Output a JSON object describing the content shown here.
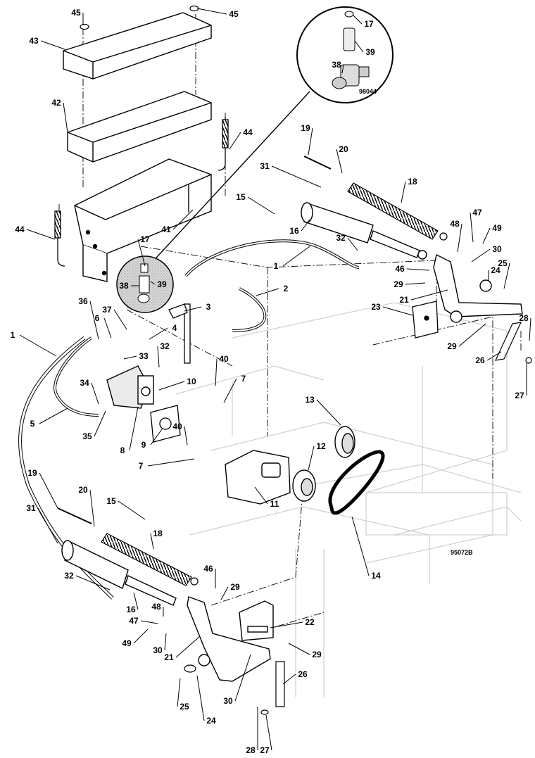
{
  "diagram": {
    "figure_id": "95072B",
    "inset_figure_id": "98044",
    "callouts": [
      {
        "id": "c45a",
        "label": "45"
      },
      {
        "id": "c45b",
        "label": "45"
      },
      {
        "id": "c43",
        "label": "43"
      },
      {
        "id": "c42",
        "label": "42"
      },
      {
        "id": "c44a",
        "label": "44"
      },
      {
        "id": "c44b",
        "label": "44"
      },
      {
        "id": "c41",
        "label": "41"
      },
      {
        "id": "c17a",
        "label": "17"
      },
      {
        "id": "c38a",
        "label": "38"
      },
      {
        "id": "c39a",
        "label": "39"
      },
      {
        "id": "c17b",
        "label": "17"
      },
      {
        "id": "c39b",
        "label": "39"
      },
      {
        "id": "c38b",
        "label": "38"
      },
      {
        "id": "c19a",
        "label": "19"
      },
      {
        "id": "c20a",
        "label": "20"
      },
      {
        "id": "c31a",
        "label": "31"
      },
      {
        "id": "c18a",
        "label": "18"
      },
      {
        "id": "c15a",
        "label": "15"
      },
      {
        "id": "c16a",
        "label": "16"
      },
      {
        "id": "c32a",
        "label": "32"
      },
      {
        "id": "c48a",
        "label": "48"
      },
      {
        "id": "c47a",
        "label": "47"
      },
      {
        "id": "c49a",
        "label": "49"
      },
      {
        "id": "c30a",
        "label": "30"
      },
      {
        "id": "c1a",
        "label": "1"
      },
      {
        "id": "c46a",
        "label": "46"
      },
      {
        "id": "c24a",
        "label": "24"
      },
      {
        "id": "c25a",
        "label": "25"
      },
      {
        "id": "c29a",
        "label": "29"
      },
      {
        "id": "c21a",
        "label": "21"
      },
      {
        "id": "c2",
        "label": "2"
      },
      {
        "id": "c3",
        "label": "3"
      },
      {
        "id": "c36",
        "label": "36"
      },
      {
        "id": "c37",
        "label": "37"
      },
      {
        "id": "c6",
        "label": "6"
      },
      {
        "id": "c4",
        "label": "4"
      },
      {
        "id": "c23",
        "label": "23"
      },
      {
        "id": "c28a",
        "label": "28"
      },
      {
        "id": "c29b",
        "label": "29"
      },
      {
        "id": "c26a",
        "label": "26"
      },
      {
        "id": "c27a",
        "label": "27"
      },
      {
        "id": "c1b",
        "label": "1"
      },
      {
        "id": "c33",
        "label": "33"
      },
      {
        "id": "c32b",
        "label": "32"
      },
      {
        "id": "c40a",
        "label": "40"
      },
      {
        "id": "c10",
        "label": "10"
      },
      {
        "id": "c7a",
        "label": "7"
      },
      {
        "id": "c34",
        "label": "34"
      },
      {
        "id": "c5",
        "label": "5"
      },
      {
        "id": "c35",
        "label": "35"
      },
      {
        "id": "c8",
        "label": "8"
      },
      {
        "id": "c9",
        "label": "9"
      },
      {
        "id": "c13",
        "label": "13"
      },
      {
        "id": "c40b",
        "label": "40"
      },
      {
        "id": "c7b",
        "label": "7"
      },
      {
        "id": "c12",
        "label": "12"
      },
      {
        "id": "c11",
        "label": "11"
      },
      {
        "id": "c19b",
        "label": "19"
      },
      {
        "id": "c20b",
        "label": "20"
      },
      {
        "id": "c15b",
        "label": "15"
      },
      {
        "id": "c31b",
        "label": "31"
      },
      {
        "id": "c18b",
        "label": "18"
      },
      {
        "id": "c14",
        "label": "14"
      },
      {
        "id": "c32c",
        "label": "32"
      },
      {
        "id": "c46b",
        "label": "46"
      },
      {
        "id": "c29c",
        "label": "29"
      },
      {
        "id": "c16b",
        "label": "16"
      },
      {
        "id": "c48b",
        "label": "48"
      },
      {
        "id": "c47b",
        "label": "47"
      },
      {
        "id": "c22",
        "label": "22"
      },
      {
        "id": "c49b",
        "label": "49"
      },
      {
        "id": "c30b",
        "label": "30"
      },
      {
        "id": "c21b",
        "label": "21"
      },
      {
        "id": "c29d",
        "label": "29"
      },
      {
        "id": "c26b",
        "label": "26"
      },
      {
        "id": "c25b",
        "label": "25"
      },
      {
        "id": "c24b",
        "label": "24"
      },
      {
        "id": "c30c",
        "label": "30"
      },
      {
        "id": "c28b",
        "label": "28"
      },
      {
        "id": "c27b",
        "label": "27"
      }
    ]
  }
}
